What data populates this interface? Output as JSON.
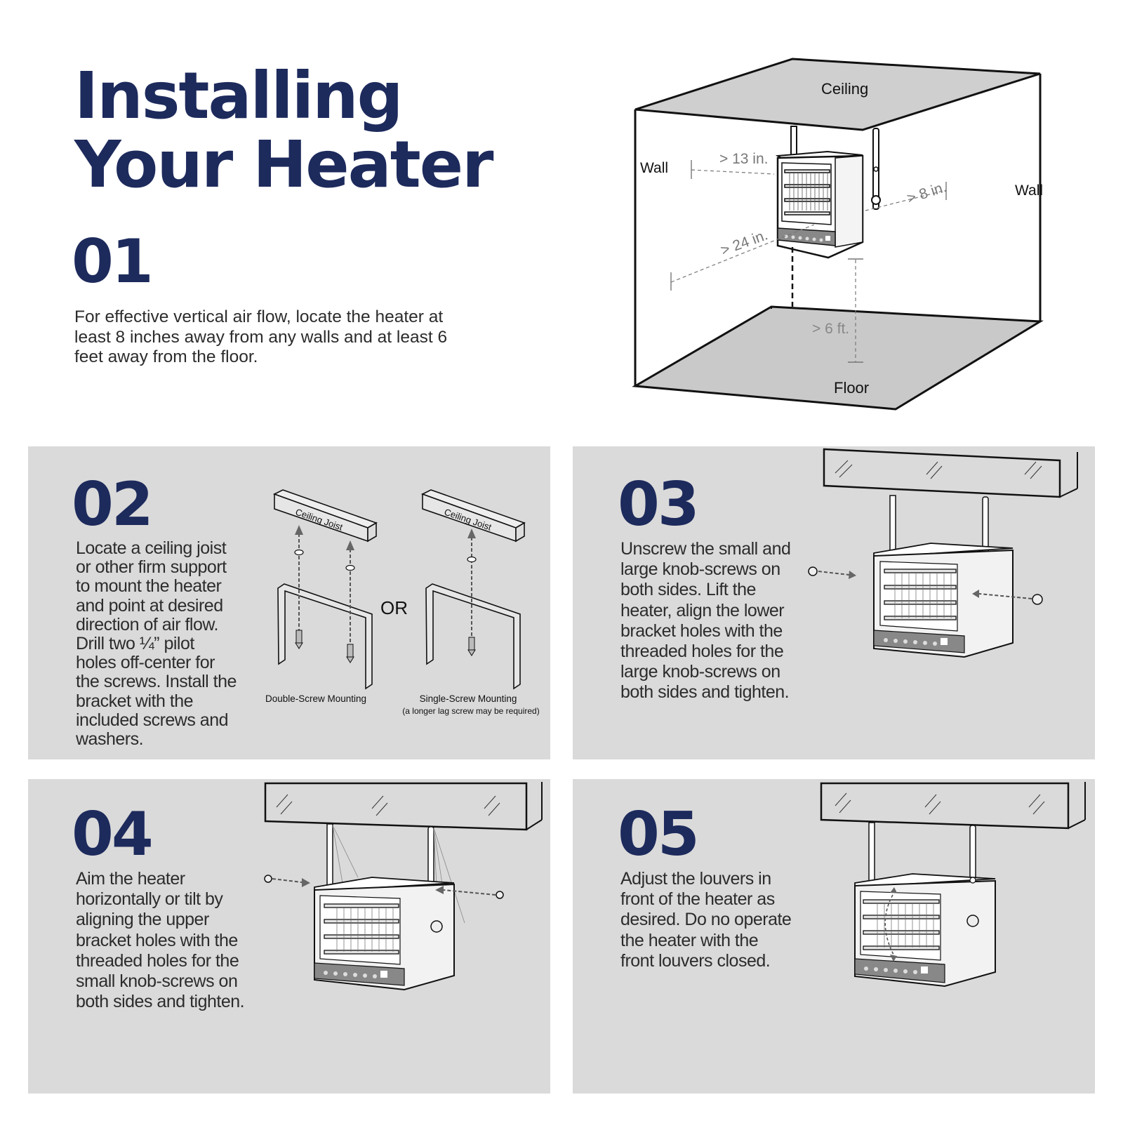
{
  "header": {
    "title_line1": "Installing",
    "title_line2": "Your Heater"
  },
  "colors": {
    "title_navy": "#1d2a5c",
    "panel_gray": "#dadada",
    "body_text": "#2c2c2c",
    "diagram_gray": "#c8c8c8"
  },
  "steps": [
    {
      "number": "01",
      "text": "For effective vertical air flow, locate the heater at least 8 inches away from any walls and at least 6 feet away from the floor.",
      "text_lines": [
        "For effective vertical air flow, locate the heater at",
        "least 8 inches away from any walls and at least 6",
        "feet away from the floor."
      ],
      "diagram": {
        "labels": {
          "ceiling": "Ceiling",
          "wall_left": "Wall",
          "wall_right": "Wall",
          "floor": "Floor",
          "dim_side": "> 13 in.",
          "dim_right": "> 8 in.",
          "dim_front": "> 24 in.",
          "dim_floor": "> 6 ft."
        }
      }
    },
    {
      "number": "02",
      "text_lines": [
        "Locate a ceiling joist",
        "or other firm support",
        "to mount the heater",
        "and point at desired",
        "direction of air flow.",
        "Drill two ¼” pilot",
        "holes off-center for",
        "the screws. Install the",
        "bracket with the",
        "included screws and",
        "washers."
      ],
      "diagram": {
        "joist_label": "Ceiling Joist",
        "or_label": "OR",
        "caption_double": "Double-Screw Mounting",
        "caption_single": "Single-Screw Mounting",
        "caption_single_note": "(a longer lag screw may be required)"
      }
    },
    {
      "number": "03",
      "text_lines": [
        "Unscrew the small and",
        "large knob-screws on",
        "both sides. Lift the",
        "heater, align the lower",
        "bracket holes with the",
        "threaded holes for the",
        "large knob-screws on",
        "both sides and tighten."
      ]
    },
    {
      "number": "04",
      "text_lines": [
        "Aim the heater",
        "horizontally or tilt by",
        "aligning the upper",
        "bracket holes with the",
        "threaded holes for the",
        "small knob-screws on",
        "both sides and tighten."
      ]
    },
    {
      "number": "05",
      "text_lines": [
        "Adjust the louvers in",
        "front of the heater as",
        "desired. Do no operate",
        "the heater with the",
        "front louvers closed."
      ]
    }
  ]
}
